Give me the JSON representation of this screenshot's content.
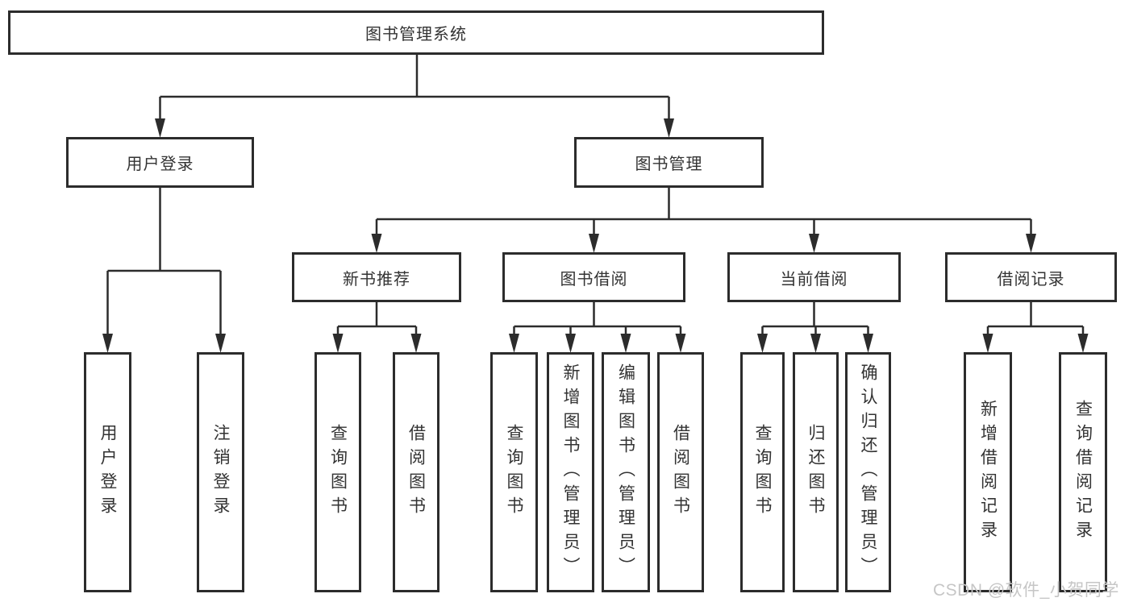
{
  "diagram": {
    "root": {
      "label": "图书管理系统"
    },
    "branches": [
      {
        "label": "用户登录",
        "children": [
          {
            "label": "用户登录"
          },
          {
            "label": "注销登录"
          }
        ]
      },
      {
        "label": "图书管理",
        "children": [
          {
            "label": "新书推荐",
            "children": [
              {
                "label": "查询图书"
              },
              {
                "label": "借阅图书"
              }
            ]
          },
          {
            "label": "图书借阅",
            "children": [
              {
                "label": "查询图书"
              },
              {
                "label": "新增图书（管理员）"
              },
              {
                "label": "编辑图书（管理员）"
              },
              {
                "label": "借阅图书"
              }
            ]
          },
          {
            "label": "当前借阅",
            "children": [
              {
                "label": "查询图书"
              },
              {
                "label": "归还图书"
              },
              {
                "label": "确认归还（管理员）"
              }
            ]
          },
          {
            "label": "借阅记录",
            "children": [
              {
                "label": "新增借阅记录"
              },
              {
                "label": "查询借阅记录"
              }
            ]
          }
        ]
      }
    ]
  },
  "watermark": {
    "text": "CSDN @软件_小贺同学"
  },
  "colors": {
    "line": "#2c2c2c",
    "box_border": "#2c2c2c",
    "text": "#333333",
    "watermark": "#c6c6c6",
    "background": "#ffffff"
  }
}
